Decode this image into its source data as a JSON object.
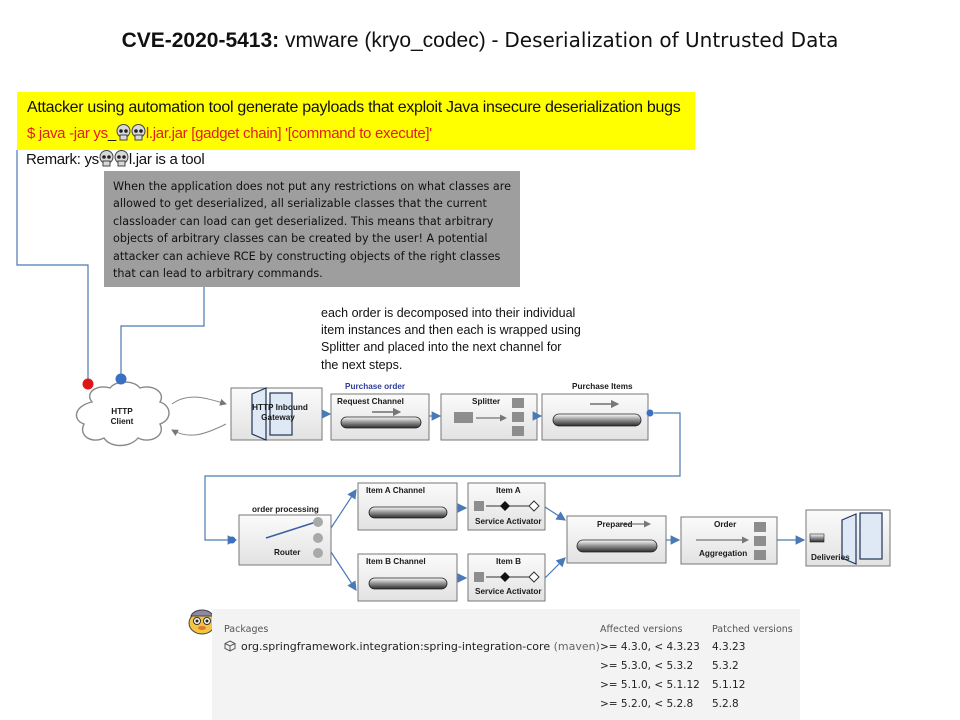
{
  "title": {
    "cve_id": "CVE-2020-5413:",
    "product": " vmware (kryo_codec) - ",
    "weakness": "Deserialization of Untrusted Data"
  },
  "attack": {
    "line1": "Attacker using automation tool generate payloads that exploit Java insecure deserialization bugs",
    "cmd_prefix": "$ java -jar ys",
    "cmd_suffix": "l.jar.jar [gadget chain] '[command to execute]'",
    "remark_prefix": "Remark: ys",
    "remark_suffix": "l.jar is a tool"
  },
  "explanation": "When the application does not put any restrictions on what classes are allowed to get deserialized, all serializable classes that the current classloader can load can get deserialized. This means that arbitrary objects of arbitrary classes can be created by the user! A potential attacker can achieve RCE by constructing objects of the right classes that can lead to arbitrary commands.",
  "order_note": "each order is decomposed into their individual item instances and then each is wrapped using Splitter and placed into the next channel for the next steps.",
  "flow": {
    "http_client": [
      "HTTP",
      "Client"
    ],
    "gateway": [
      "HTTP Inbound",
      "Gateway"
    ],
    "purchase_order": "Purchase order",
    "request_channel": "Request Channel",
    "splitter": "Splitter",
    "purchase_items": "Purchase Items",
    "order_processing": "order processing",
    "router": "Router",
    "item_a_channel": "Item A Channel",
    "item_b_channel": "Item B Channel",
    "item_a": "Item A",
    "item_b": "Item B",
    "service_activator_a": "Service Activator",
    "service_activator_b": "Service Activator",
    "prepared": "Prepared",
    "order": "Order",
    "aggregation": "Aggregation",
    "deliveries": "Deliveries"
  },
  "colors": {
    "highlight": "#ffff00",
    "command": "#e02020",
    "explain_bg": "#9e9e9e",
    "flow_line": "#4a7ab5",
    "attacker_dot": "#e01515",
    "client_dot": "#3a6fc4"
  },
  "packages": {
    "headers": {
      "packages": "Packages",
      "affected": "Affected versions",
      "patched": "Patched versions"
    },
    "name": "org.springframework.integration:spring-integration-core",
    "ecosystem": "(maven)",
    "rows": [
      {
        "affected": ">= 4.3.0, < 4.3.23",
        "patched": "4.3.23"
      },
      {
        "affected": ">= 5.3.0, < 5.3.2",
        "patched": "5.3.2"
      },
      {
        "affected": ">= 5.1.0, < 5.1.12",
        "patched": "5.1.12"
      },
      {
        "affected": ">= 5.2.0, < 5.2.8",
        "patched": "5.2.8"
      }
    ]
  }
}
